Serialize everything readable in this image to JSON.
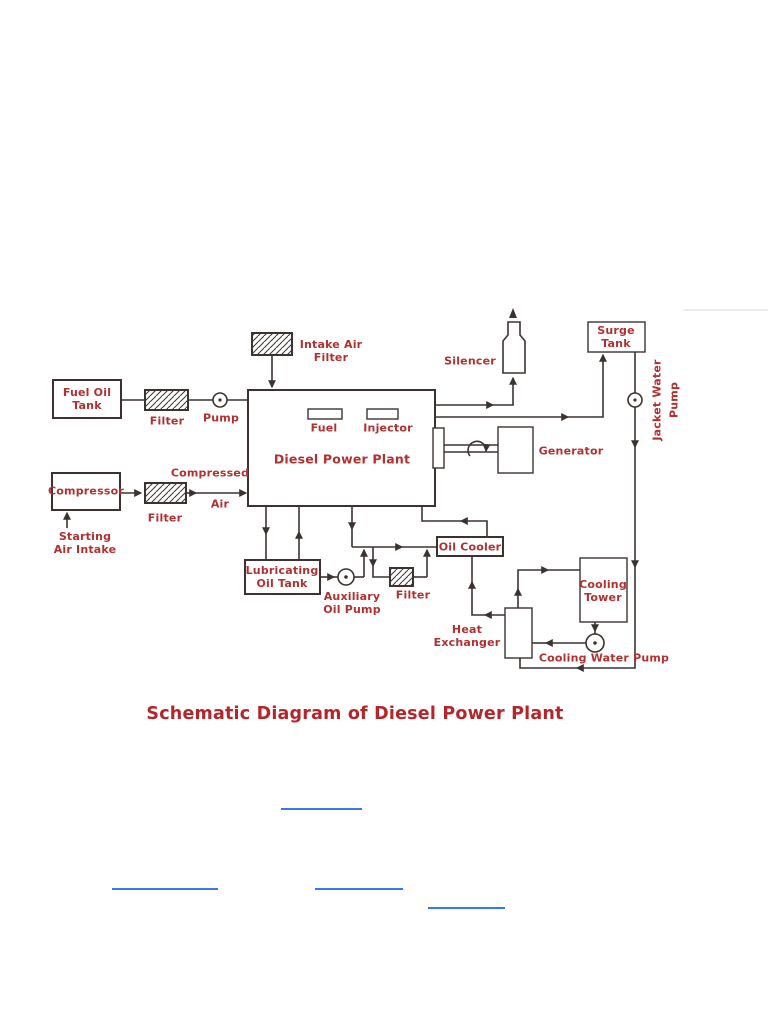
{
  "colors": {
    "label": "#b23030",
    "title": "#b5262b",
    "line": "#3c3330",
    "link": "#3478f4"
  },
  "diagram": {
    "title": "Schematic Diagram of Diesel Power Plant",
    "labels": {
      "intake_air_filter": "Intake Air\nFilter",
      "fuel_oil_tank": "Fuel Oil\nTank",
      "fuel_filter": "Filter",
      "fuel_pump": "Pump",
      "fuel": "Fuel",
      "injector": "Injector",
      "engine": "Diesel Power Plant",
      "compressor": "Compressor",
      "air_filter": "Filter",
      "compressed": "Compressed",
      "air": "Air",
      "starting_air_intake": "Starting\nAir Intake",
      "silencer": "Silencer",
      "surge_tank": "Surge\nTank",
      "jacket_water": "Jacket Water",
      "jacket_pump": "Pump",
      "generator": "Generator",
      "lub_oil_tank": "Lubricating\nOil Tank",
      "aux_oil_pump": "Auxiliary\nOil Pump",
      "oil_filter": "Filter",
      "oil_cooler": "Oil Cooler",
      "heat_exchanger": "Heat\nExchanger",
      "cooling_tower": "Cooling\nTower",
      "cooling_water_pump": "Cooling Water Pump"
    }
  }
}
